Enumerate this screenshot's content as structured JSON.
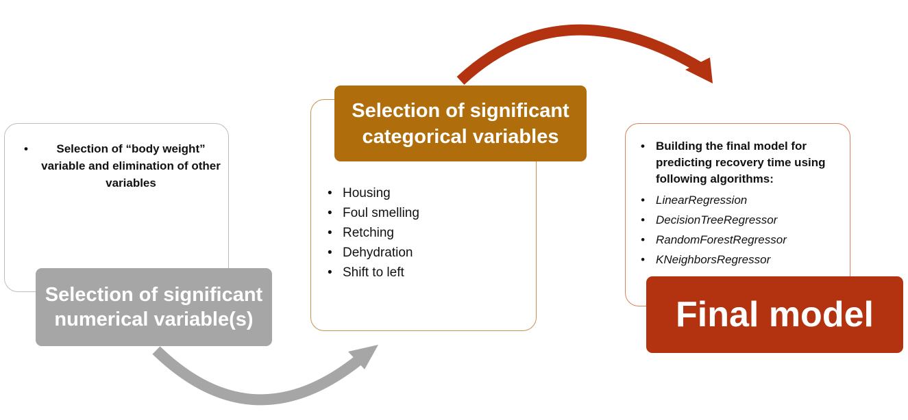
{
  "step1": {
    "header": "Selection of significant numerical variable(s)",
    "bullets": [
      "Selection of “body weight” variable and elimination of other variables"
    ]
  },
  "step2": {
    "header": "Selection of significant categorical variables",
    "bullets": [
      "Housing",
      "Foul smelling",
      "Retching",
      "Dehydration",
      "Shift to left"
    ]
  },
  "step3": {
    "header": "Final model",
    "lead": "Building the final model for predicting recovery time using following algorithms:",
    "algorithms": [
      "LinearRegression",
      "DecisionTreeRegressor",
      "RandomForestRegressor",
      "KNeighborsRegressor"
    ]
  },
  "colors": {
    "step1": "#a6a6a6",
    "step2": "#b06d0c",
    "step3": "#b3320f",
    "arrow_gray": "#a6a6a6",
    "arrow_red": "#b3320f"
  }
}
